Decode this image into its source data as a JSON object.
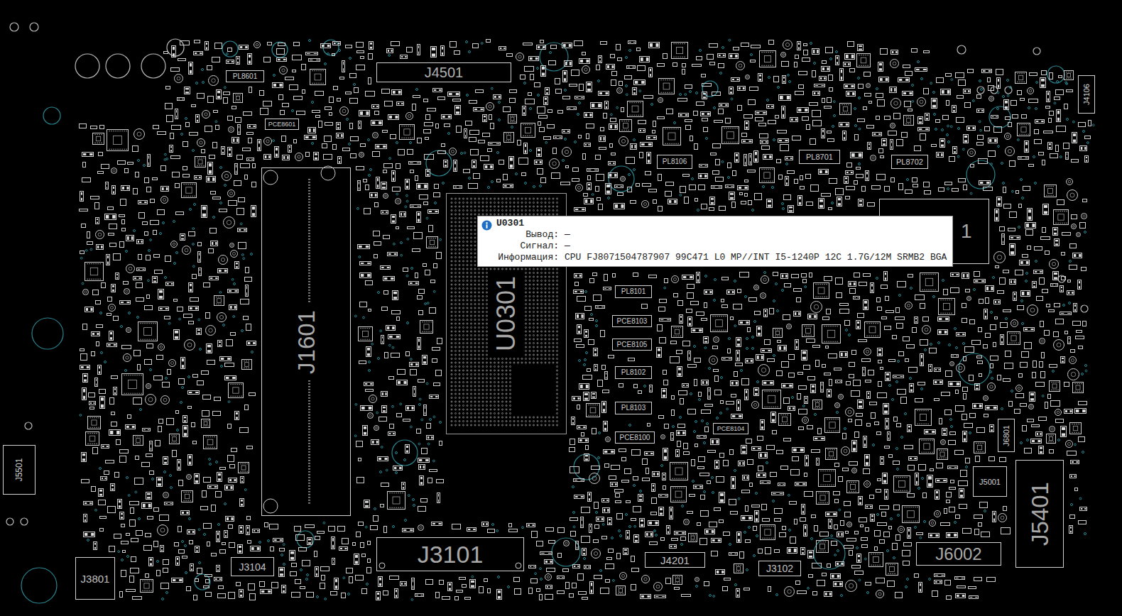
{
  "diagram": {
    "nodes": [
      {
        "text": [
          "J4501"
        ]
      },
      {
        "text": [
          "PL8601"
        ]
      },
      {
        "text": [
          "J4106"
        ]
      },
      {
        "text": [
          "PCE8601"
        ]
      },
      {
        "text": [
          "PL8701"
        ]
      },
      {
        "text": [
          "PL8106"
        ]
      },
      {
        "text": [
          "PL8702"
        ]
      },
      {
        "text": [
          "J1601"
        ]
      },
      {
        "text": [
          "U0301"
        ]
      },
      {
        "text": [
          "1"
        ]
      },
      {
        "text": [
          "U0301",
          "Вывод:",
          "—",
          "Сигнал:",
          "—",
          "Информация:",
          "CPU FJ8071504787907 99C471 L0 MP//INT I5-1240P 12C 1.7G/12M SRMB2 BGA"
        ]
      },
      {
        "text": [
          "PL8101"
        ]
      },
      {
        "text": [
          "PCE8103"
        ]
      },
      {
        "text": [
          "PCE8105"
        ]
      },
      {
        "text": [
          "PL8102"
        ]
      },
      {
        "text": [
          "PL8103"
        ]
      },
      {
        "text": [
          "J6801"
        ]
      },
      {
        "text": [
          "PCE8104"
        ]
      },
      {
        "text": [
          "PCE8100"
        ]
      },
      {
        "text": [
          "J5501"
        ]
      },
      {
        "text": [
          "J5401"
        ]
      },
      {
        "text": [
          "J5001"
        ]
      },
      {
        "text": [
          "J3101"
        ]
      },
      {
        "text": [
          "J6002"
        ]
      },
      {
        "text": [
          "J4201"
        ]
      },
      {
        "text": [
          "J3801"
        ]
      },
      {
        "text": [
          "J3104"
        ]
      },
      {
        "text": [
          "J3102"
        ]
      }
    ]
  }
}
